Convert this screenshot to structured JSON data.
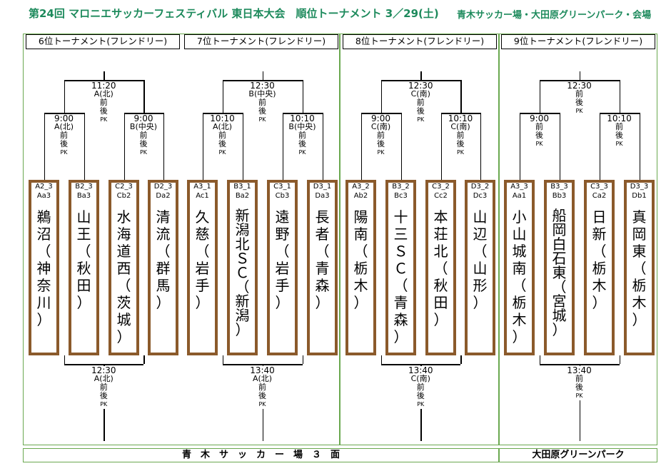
{
  "title": "第24回 マロニエサッカーフェスティバル 東日本大会　順位トーナメント 3／29(土)",
  "venue": "青木サッカー場・大田原グリーンパーク・会場",
  "headers": [
    "6位トーナメント(フレンドリー)",
    "7位トーナメント(フレンドリー)",
    "8位トーナメント(フレンドリー)",
    "9位トーナメント(フレンドリー)"
  ],
  "footer": {
    "left": "青　木　サ　ッ　カ　ー　場　３　面",
    "right": "大田原グリーンパーク"
  },
  "cards": [
    {
      "c1": "A2_3",
      "c2": "Aa3",
      "name": "鵜\n沼\n（\n神\n奈\n川\n）"
    },
    {
      "c1": "B2_3",
      "c2": "Ba3",
      "name": "山\n王\n（\n秋\n田\n）"
    },
    {
      "c1": "C2_3",
      "c2": "Cb2",
      "name": "水\n海\n道\n西\n（\n茨\n城\n）"
    },
    {
      "c1": "D2_3",
      "c2": "Da2",
      "name": "清\n流\n（\n群\n馬\n）"
    },
    {
      "c1": "A3_1",
      "c2": "Ac1",
      "name": "久\n慈\n（\n岩\n手\n）"
    },
    {
      "c1": "B3_1",
      "c2": "Ba2",
      "name": "新\n潟\n北\nＳ\nＣ\n（\n新\n潟\n）"
    },
    {
      "c1": "C3_1",
      "c2": "Cb3",
      "name": "遠\n野\n（\n岩\n手\n）"
    },
    {
      "c1": "D3_1",
      "c2": "Da3",
      "name": "長\n者\n（\n青\n森\n）"
    },
    {
      "c1": "A3_2",
      "c2": "Ab2",
      "name": "陽\n南\n（\n栃\n木\n）"
    },
    {
      "c1": "B3_2",
      "c2": "Bc3",
      "name": "十\n三\nＳ\nＣ\n（\n青\n森\n）"
    },
    {
      "c1": "C3_2",
      "c2": "Cc2",
      "name": "本\n荘\n北\n（\n秋\n田\n）"
    },
    {
      "c1": "D3_2",
      "c2": "Dc3",
      "name": "山\n辺\n（\n山\n形\n）"
    },
    {
      "c1": "A3_3",
      "c2": "Aa1",
      "name": "小\n山\n城\n南\n（\n栃\n木\n）"
    },
    {
      "c1": "B3_3",
      "c2": "Bb3",
      "name": "船\n岡\n白\n石\n東\n（\n宮\n城\n）"
    },
    {
      "c1": "C3_3",
      "c2": "Ca2",
      "name": "日\n新\n（\n栃\n木\n）"
    },
    {
      "c1": "D3_3",
      "c2": "Db1",
      "name": "真\n岡\n東\n（\n栃\n木\n）"
    }
  ],
  "matches": {
    "t1": {
      "final": {
        "time": "11:20",
        "field": "A(北)",
        "a": "前",
        "b": "後",
        "pk": "PK"
      },
      "semi1": {
        "time": "9:00",
        "field": "A(北)",
        "a": "前",
        "b": "後",
        "pk": "PK"
      },
      "semi2": {
        "time": "9:00",
        "field": "B(中央)",
        "a": "前",
        "b": "後",
        "pk": "PK"
      },
      "third": {
        "time": "12:30",
        "field": "A(北)",
        "a": "前",
        "b": "後",
        "pk": "PK"
      }
    },
    "t2": {
      "final": {
        "time": "12:30",
        "field": "B(中央)",
        "a": "前",
        "b": "後",
        "pk": "PK"
      },
      "semi1": {
        "time": "10:10",
        "field": "A(北)",
        "a": "前",
        "b": "後",
        "pk": "PK"
      },
      "semi2": {
        "time": "10:10",
        "field": "B(中央)",
        "a": "前",
        "b": "後",
        "pk": "PK"
      },
      "third": {
        "time": "13:40",
        "field": "A(北)",
        "a": "前",
        "b": "後",
        "pk": "PK"
      }
    },
    "t3": {
      "final": {
        "time": "12:30",
        "field": "C(南)",
        "a": "前",
        "b": "後",
        "pk": "PK"
      },
      "semi1": {
        "time": "9:00",
        "field": "C(南)",
        "a": "前",
        "b": "後",
        "pk": "PK"
      },
      "semi2": {
        "time": "10:10",
        "field": "C(南)",
        "a": "前",
        "b": "後",
        "pk": "PK"
      },
      "third": {
        "time": "13:40",
        "field": "C(南)",
        "a": "前",
        "b": "後",
        "pk": "PK"
      }
    },
    "t4": {
      "final": {
        "time": "12:30",
        "field": "",
        "a": "前",
        "b": "後",
        "pk": "PK"
      },
      "semi1": {
        "time": "9:00",
        "field": "",
        "a": "前",
        "b": "後",
        "pk": "PK"
      },
      "semi2": {
        "time": "10:10",
        "field": "",
        "a": "前",
        "b": "後",
        "pk": "PK"
      },
      "third": {
        "time": "13:40",
        "field": "",
        "a": "前",
        "b": "後",
        "pk": "PK"
      }
    }
  },
  "colors": {
    "title": "#1d8a5c",
    "frame": "#6aa84f",
    "card_border": "#8b5a2b"
  }
}
